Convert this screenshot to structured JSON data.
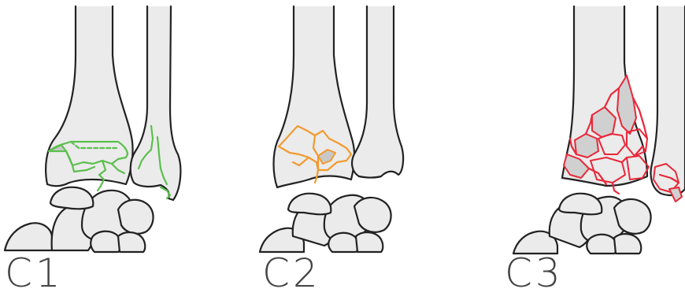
{
  "panels": [
    {
      "label": "C1",
      "fracture_color": "#5cbf4e"
    },
    {
      "label": "C2",
      "fracture_color": "#f29a2e"
    },
    {
      "label": "C3",
      "fracture_color": "#e8283a"
    }
  ]
}
